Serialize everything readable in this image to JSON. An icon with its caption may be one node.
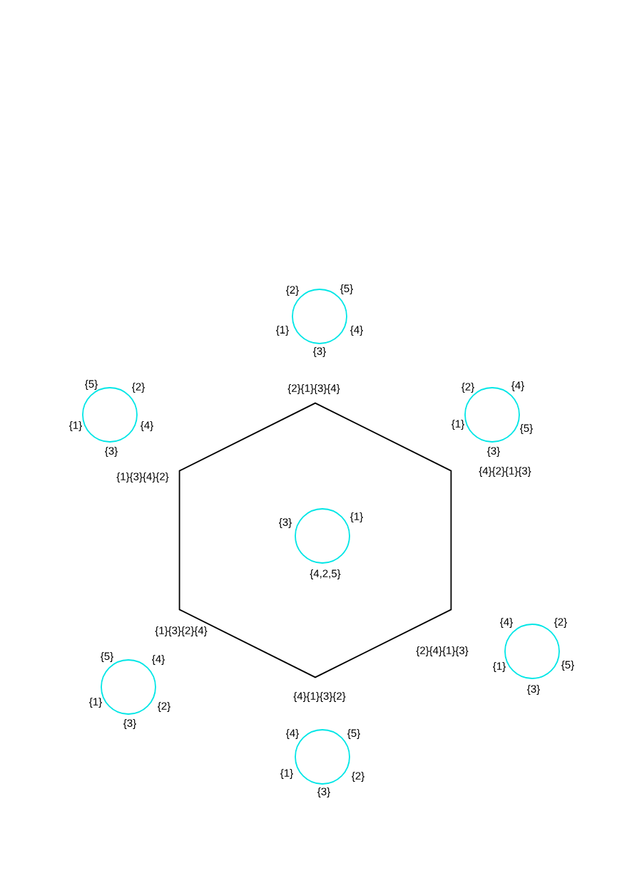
{
  "diagram": {
    "nodes": [
      {
        "text": [],
        "shape": "circle",
        "beside": [
          "{2}",
          "{5}",
          "{1}",
          "{4}",
          "{3}"
        ]
      },
      {
        "text": [],
        "shape": "circle",
        "beside": [
          "{5}",
          "{2}",
          "{1}",
          "{4}",
          "{3}"
        ]
      },
      {
        "text": [],
        "shape": "circle",
        "beside": [
          "{2}",
          "{4}",
          "{1}",
          "{5}",
          "{3}"
        ]
      },
      {
        "text": [],
        "shape": "hexagon"
      },
      {
        "text": [],
        "shape": "circle",
        "in": 3,
        "beside": [
          "{3}",
          "{1}",
          "{4,2,5}"
        ]
      },
      {
        "text": [],
        "shape": "circle",
        "beside": [
          "{4}",
          "{2}",
          "{1}",
          "{5}",
          "{3}"
        ]
      },
      {
        "text": [],
        "shape": "circle",
        "beside": [
          "{5}",
          "{4}",
          "{1}",
          "{2}",
          "{3}"
        ]
      },
      {
        "text": [],
        "shape": "circle",
        "beside": [
          "{4}",
          "{5}",
          "{1}",
          "{2}",
          "{3}"
        ]
      }
    ],
    "labels": [
      "{2}{1}{3}{4}",
      "{1}{3}{4}{2}",
      "{4}{2}{1}{3}",
      "{1}{3}{2}{4}",
      "{2}{4}{1}{3}",
      "{4}{1}{3}{2}"
    ]
  }
}
